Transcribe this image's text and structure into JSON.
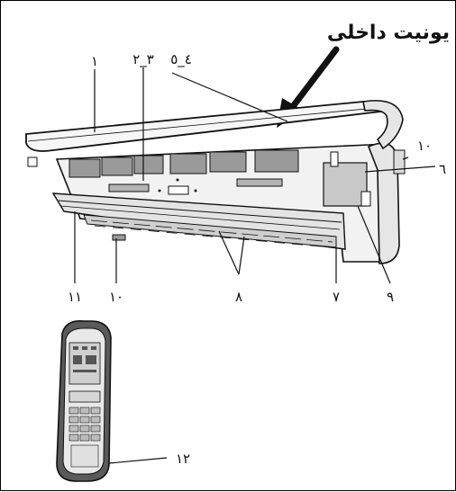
{
  "title": "یونیت داخلی",
  "callouts": {
    "c1": "۱",
    "c23": "۲_۳",
    "c45": "٤_٥",
    "c10a": "۱۰",
    "c6": "٦",
    "c9": "۹",
    "c7": "۷",
    "c8": "۸",
    "c10b": "۱۰",
    "c11": "۱۱",
    "c12": "۱۲"
  },
  "colors": {
    "line": "#111111",
    "panel": "#f2f2f2",
    "filter": "#9a9a9a",
    "shade": "#c8c8c8"
  }
}
